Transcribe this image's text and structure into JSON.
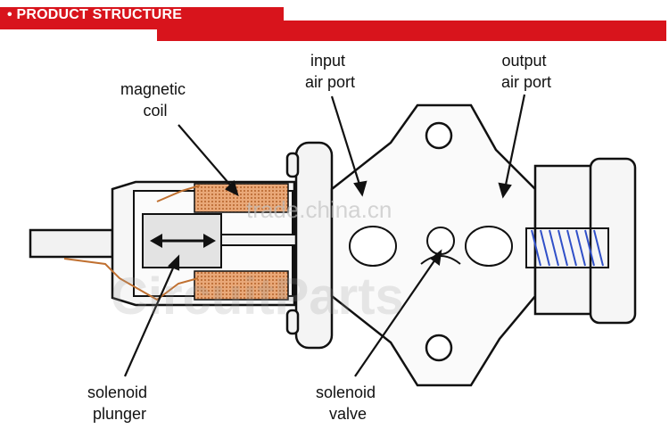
{
  "header": {
    "title": "• PRODUCT STRUCTURE"
  },
  "labels": {
    "magnetic_coil": [
      "magnetic",
      "coil"
    ],
    "input_air_port": [
      "input",
      "air port"
    ],
    "output_air_port": [
      "output",
      "air port"
    ],
    "solenoid_plunger": [
      "solenoid",
      "plunger"
    ],
    "solenoid_valve": [
      "solenoid",
      "valve"
    ]
  },
  "watermarks": {
    "site": "trade.china.cn",
    "brand": "CircuitParts"
  },
  "colors": {
    "accent_red": "#d8141c",
    "coil_copper": "#c87a3c",
    "spring_blue": "#3050c8",
    "outline": "#111111"
  }
}
